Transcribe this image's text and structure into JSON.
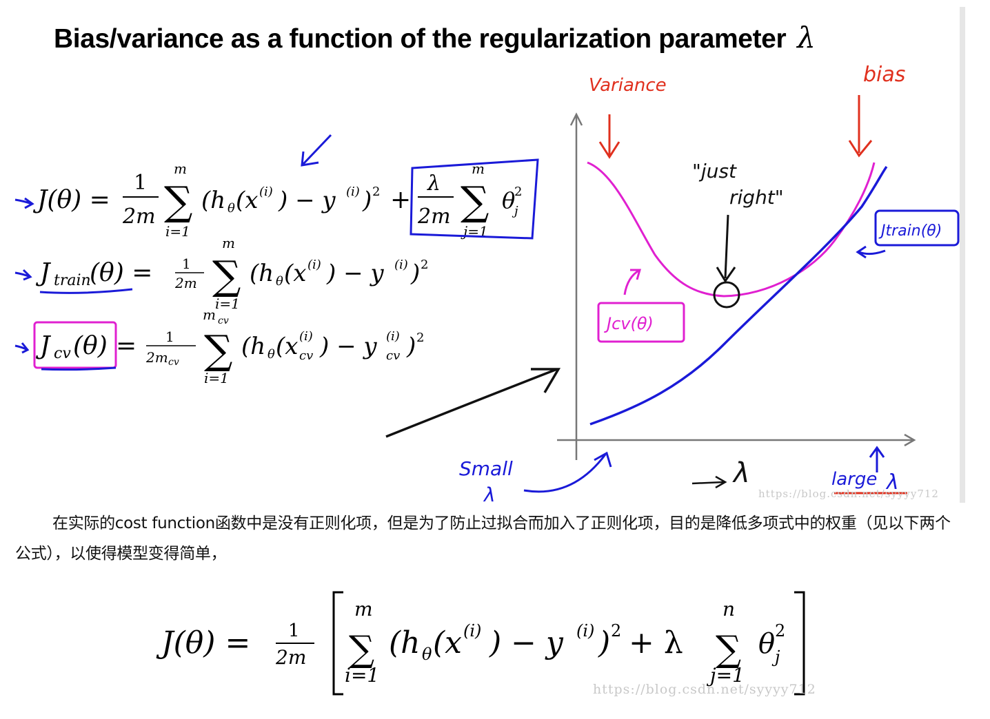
{
  "slide": {
    "title": "Bias/variance as a function of the regularization parameter",
    "title_symbol": "λ"
  },
  "formulas": {
    "j_theta": "J(θ) = 1/2m ∑_{i=1}^{m} (h_θ(x^{(i)}) − y^{(i)})^2 + λ/2m ∑_{j=1}^{m} θ_j^2",
    "j_train": "J_train(θ) = 1/2m ∑_{i=1}^{m} (h_θ(x^{(i)}) − y^{(i)})^2",
    "j_cv": "J_cv(θ) = 1/2m_cv ∑_{i=1}^{m_cv} (h_θ(x_cv^{(i)}) − y_cv^{(i)})^2",
    "bottom": "J(θ) = 1/2m [ ∑_{i=1}^{m} (h_θ(x^{(i)}) − y^{(i)})^2 + λ ∑_{j=1}^{n} θ_j^2 ]"
  },
  "annotations": {
    "variance": "Variance",
    "bias": "bias",
    "just": "\"just",
    "right": "right\"",
    "jtrain": "Jtrain(θ)",
    "jcv": "Jcv(θ)",
    "small": "Small",
    "small_lambda": "λ",
    "x_axis_lambda": "λ",
    "large": "large",
    "large_lambda": "λ"
  },
  "watermark": {
    "upper": "https://blog.csdn.net/syyyy712",
    "lower": "https://blog.csdn.net/syyyy712"
  },
  "paragraph": "在实际的cost function函数中是没有正则化项，但是为了防止过拟合而加入了正则化项，目的是降低多项式中的权重（见以下两个公式），以使得模型变得简单，",
  "colors": {
    "variance_annotation": "#e0301e",
    "bias_annotation": "#e0301e",
    "jtrain_curve": "#1a1ad8",
    "jcv_curve": "#e020d0",
    "text": "#111111"
  }
}
